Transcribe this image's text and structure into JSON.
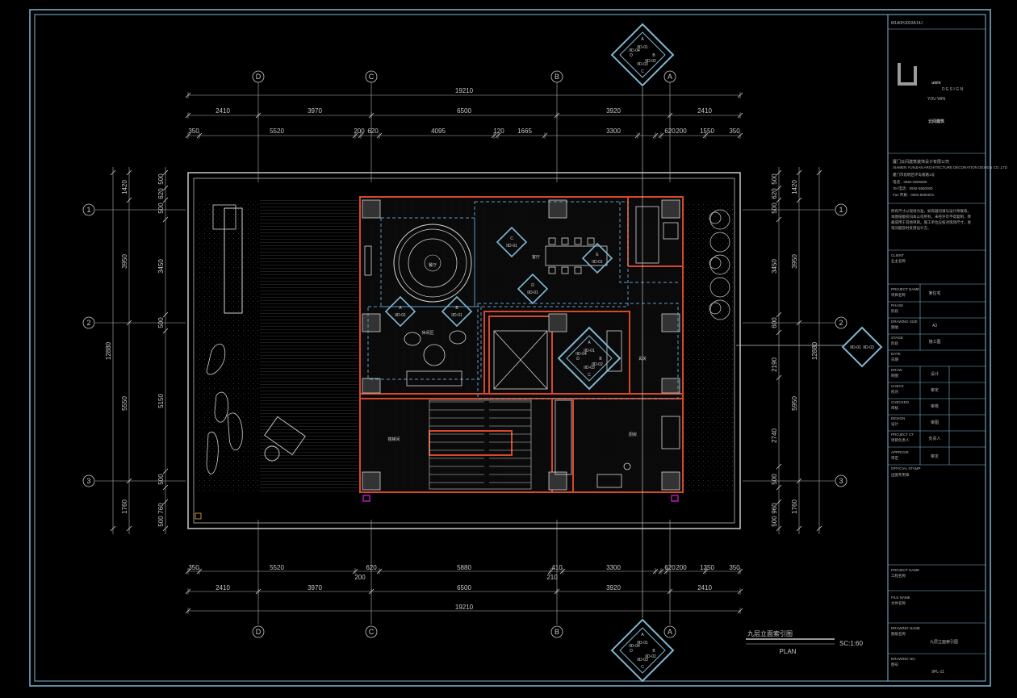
{
  "colors": {
    "background": "#000000",
    "frame": "#7fb6d2",
    "wall": "#d9472b",
    "dimension": "#c8c8c8",
    "dashed": "#5d9bc4",
    "marker": "#7fb6d2",
    "magenta": "#e020e0",
    "logo_grey": "#9a9a9a"
  },
  "top_dims": {
    "total": "19210",
    "row2": [
      "2410",
      "3970",
      "6500",
      "3920",
      "2410"
    ],
    "row3": [
      "350",
      "5520",
      "200",
      "620",
      "4095",
      "120",
      "1665",
      "3300",
      "620",
      "200",
      "1550",
      "350"
    ]
  },
  "bottom_dims": {
    "row1": [
      "350",
      "5520",
      "620",
      "5880",
      "410",
      "3300",
      "620",
      "200",
      "1350",
      "350"
    ],
    "row1_sub": [
      "200",
      "210"
    ],
    "row2": [
      "2410",
      "3970",
      "6500",
      "3920",
      "2410"
    ],
    "total": "19210"
  },
  "left_dims": {
    "inner": [
      "500",
      "620",
      "500",
      "3450",
      "500",
      "5150",
      "500",
      "760",
      "500"
    ],
    "mid": [
      "1420",
      "3950",
      "5550",
      "1760"
    ],
    "total": "12880"
  },
  "right_dims": {
    "inner": [
      "500",
      "620",
      "500",
      "3450",
      "600",
      "2190",
      "2740",
      "500",
      "960",
      "500"
    ],
    "mid": [
      "1420",
      "3950",
      "5950",
      "1760"
    ],
    "total": "12880"
  },
  "axes": {
    "columns": [
      "D",
      "C",
      "B",
      "A"
    ],
    "rows": [
      "1",
      "2",
      "3"
    ]
  },
  "markers": {
    "main": [
      "A",
      "B",
      "C",
      "D",
      "IID-01",
      "IID-02",
      "IID-03",
      "IID-04"
    ],
    "side": [
      "IID-01",
      "IID-03"
    ],
    "small": [
      "A",
      "B",
      "C",
      "D",
      "E"
    ],
    "small_code": "IID-01"
  },
  "rooms": {
    "dining": "餐厅",
    "living_dining": "客厅",
    "lounge": "休闲区",
    "entrance": "玄关",
    "stair_hall": "楼梯间",
    "kitchen": "厨房"
  },
  "title_block": {
    "top_code": "M1A0HJ003A14J",
    "logo": "uwin",
    "logo_sub": "D E S I G N",
    "logo_en": "YOU WIN",
    "logo_cn": "云间建筑",
    "company": "厦门云间建筑装饰设计有限公司",
    "company_en": "XIAMEN YUNJIAN ARCHITECTURE DECORATION DESIGN CO.,LTD",
    "address": "厦门市思明区环岛南路1号",
    "phone1": "电话：0592-5555555",
    "phone2": "Tel  电话：0592-5550000",
    "fax": "Fax  传真：0592-5550001",
    "notes": "所有尺寸以现场为准，如有疑问请与设计师联系。本图纸版权归本公司所有，未经许可不得复制、转载或用于其他项目。施工单位应核对现场尺寸，发现问题及时反馈设计方。",
    "client_label": "CLIENT",
    "client_label_cn": "业主名称",
    "project_name_label": "PROJECT NAME",
    "project_name_label_cn": "项目名称",
    "project_name_value": "某住宅",
    "phase_label": "PHASE",
    "phase_label_cn": "阶段",
    "drawing_size_label": "DRAWING SIZE",
    "drawing_size_label_cn": "图幅",
    "drawing_size_value": "A3",
    "stage_label": "STAGE",
    "stage_label_cn": "阶段",
    "stage_value": "施工图",
    "date_label": "DATE",
    "date_label_cn": "日期",
    "draw_label": "DRAW",
    "draw_label_cn": "制图",
    "draw_value": "设计",
    "check_label": "CHECK",
    "check_label_cn": "校对",
    "check_value": "审定",
    "checked_label": "CHECKED",
    "checked_label_cn": "审核",
    "checked_value": "审核",
    "design_label": "DESIGN",
    "design_label_cn": "设计",
    "design_value": "审图",
    "pm_label": "PROJECT CT",
    "pm_label_cn": "项目负责人",
    "pm_value": "负责人",
    "approve_label": "APPROVE",
    "approve_label_cn": "审定",
    "approve_value": "审定",
    "stamp_label": "OFFICIAL STAMP",
    "stamp_label_cn": "出图专用章",
    "pname_label": "PROJECT NAME",
    "pname_label_cn": "工程名称",
    "file_label": "FILE NAME",
    "file_label_cn": "文件名称",
    "drawing_name_label": "DRAWING NAME",
    "drawing_name_label_cn": "图纸名称",
    "drawing_name_value": "九层立面索引图",
    "drawing_no_label": "DRAWING NO.",
    "drawing_no_label_cn": "图号",
    "drawing_no_value": "9PL-11"
  },
  "title_label": {
    "title": "九层立面索引图",
    "plan": "PLAN",
    "scale": "SC:1:60"
  }
}
